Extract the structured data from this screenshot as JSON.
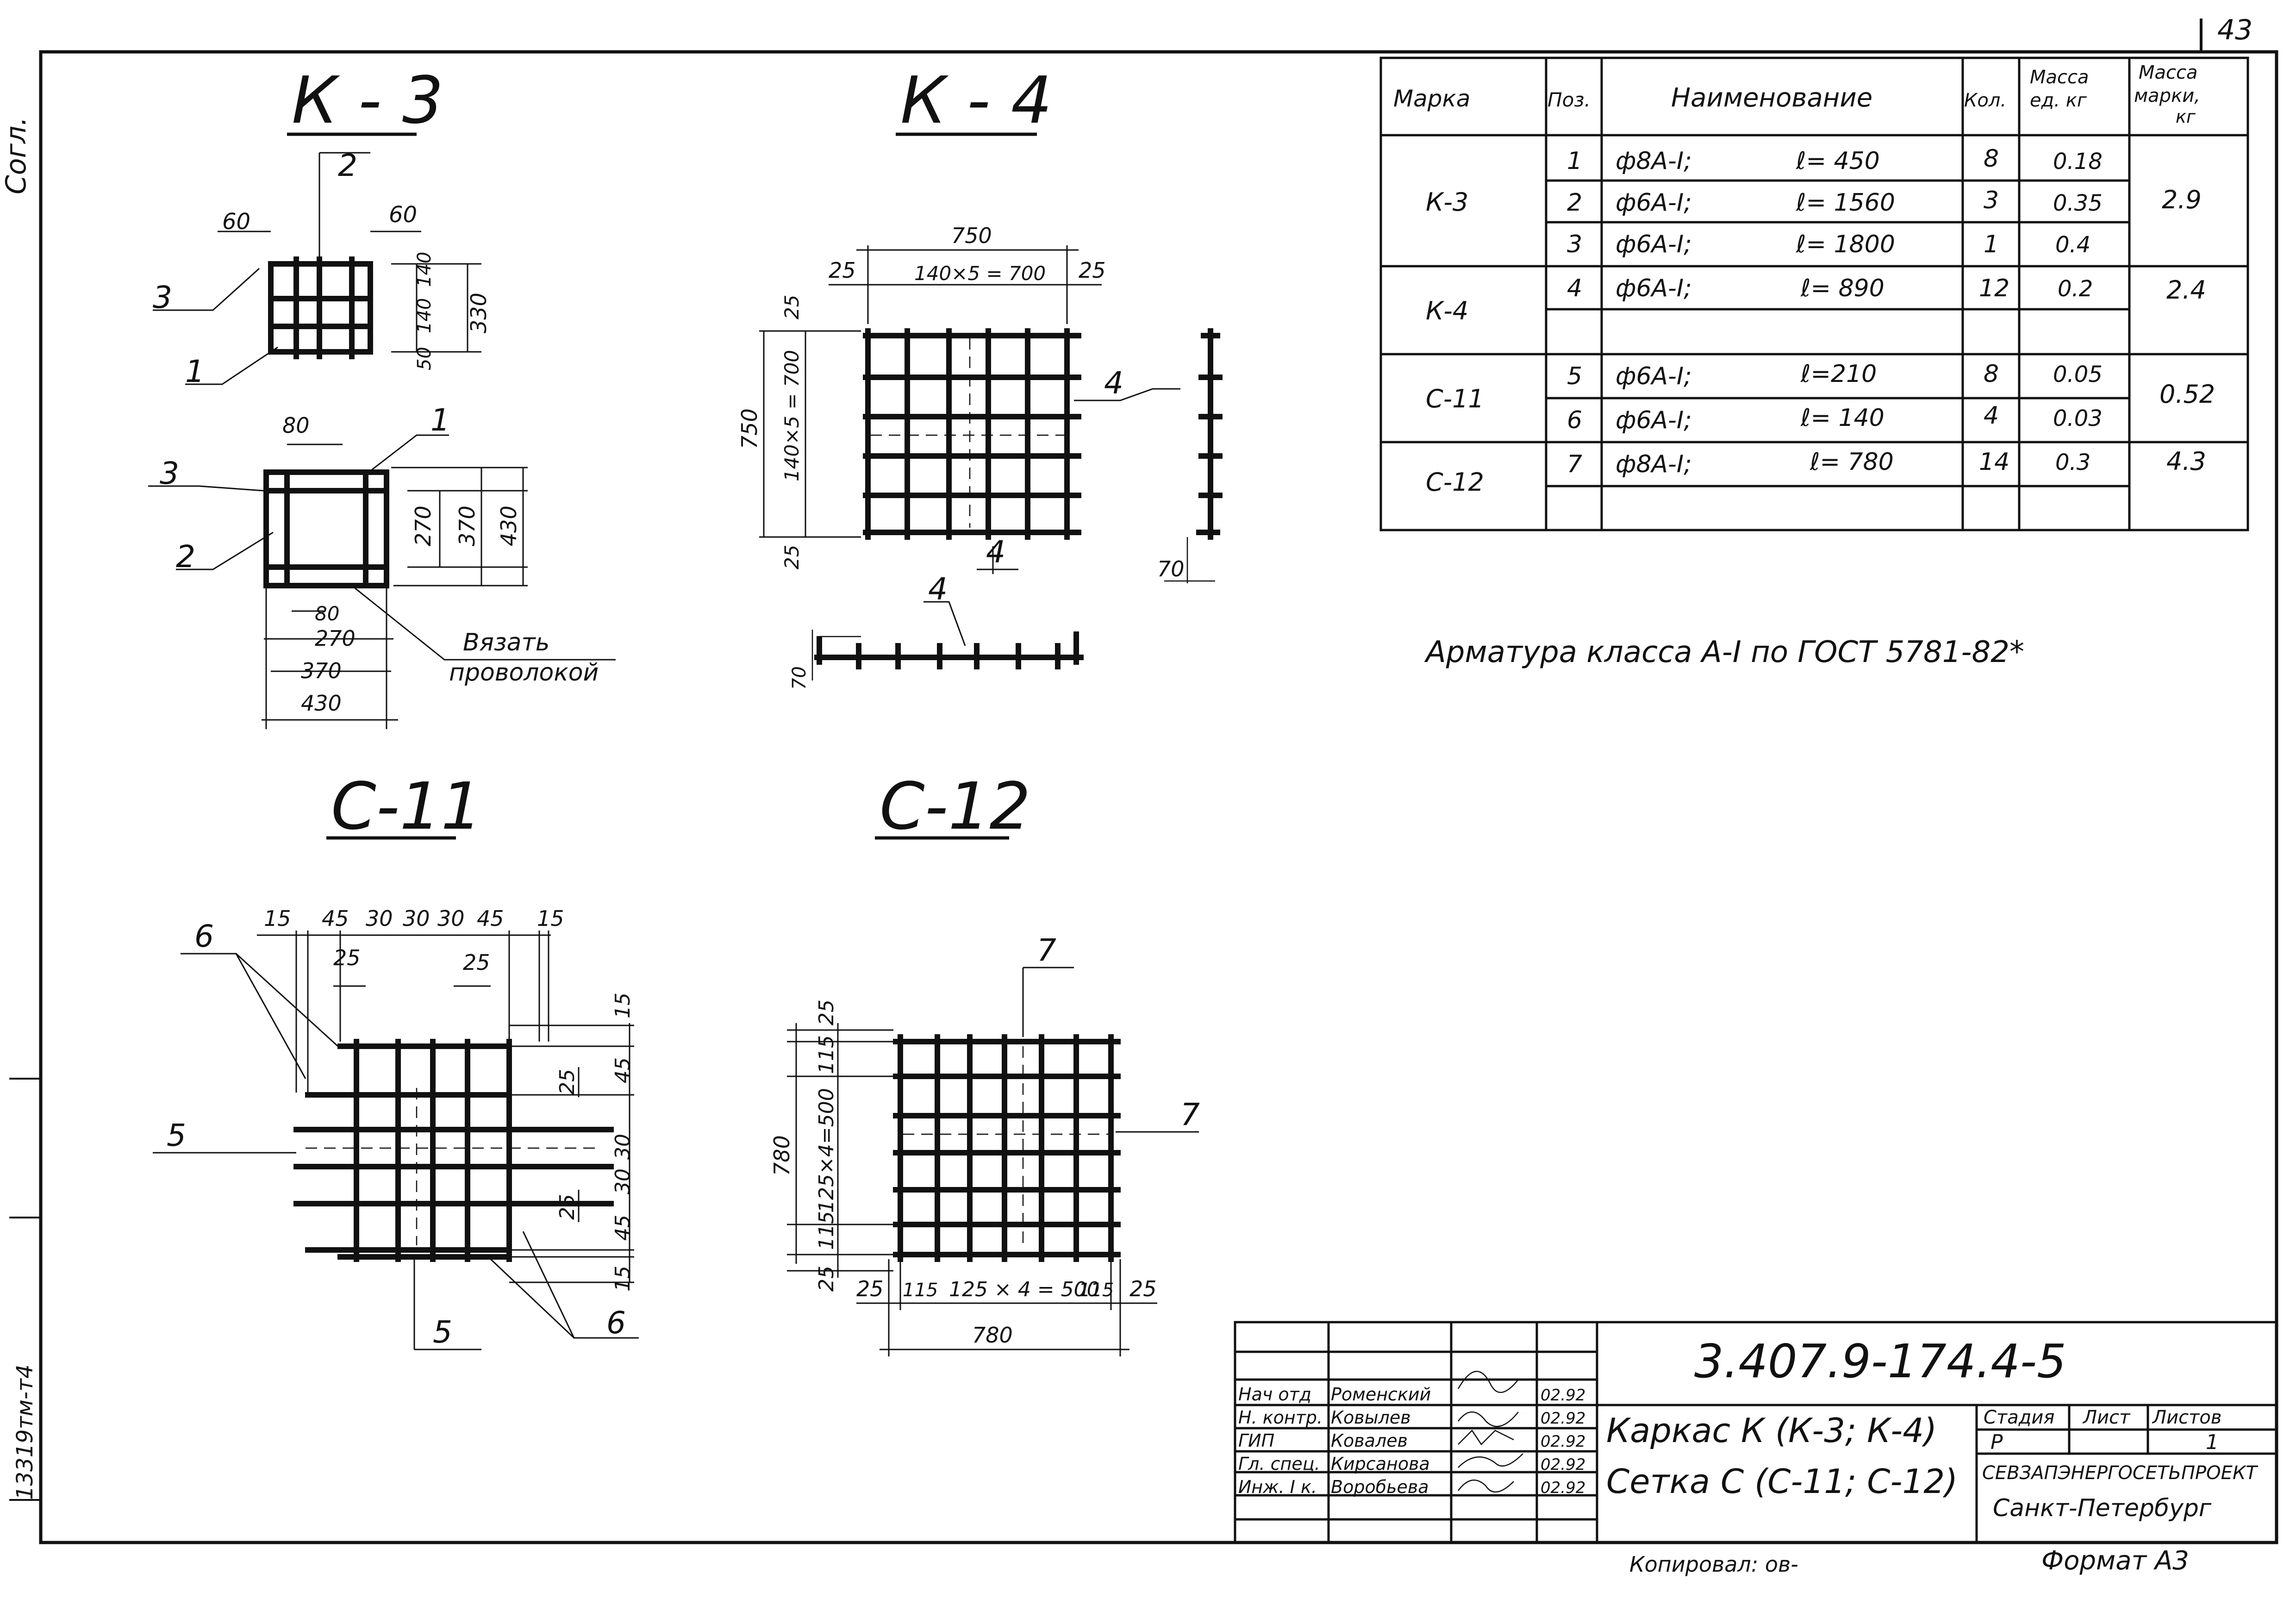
{
  "page": {
    "sheet_corner": "43"
  },
  "side_stamps": {
    "top": "Согл.",
    "bottom": "13319тм-т4"
  },
  "views": {
    "k3": {
      "title": "К - 3",
      "leaders": [
        "1",
        "2",
        "3",
        "1",
        "2",
        "3"
      ],
      "dims_side": [
        "60",
        "60",
        "140",
        "140",
        "50",
        "330"
      ],
      "dims_plan": [
        "80",
        "270",
        "370",
        "430",
        "80",
        "270",
        "370",
        "430"
      ],
      "note_line1": "Вязать",
      "note_line2": "проволокой"
    },
    "k4": {
      "title": "К - 4",
      "leaders": [
        "4",
        "4",
        "4"
      ],
      "dims": [
        "750",
        "25",
        "140×5 = 700",
        "25",
        "25",
        "750",
        "140×5 = 700",
        "25",
        "70",
        "70"
      ]
    },
    "c11": {
      "title": "С-11",
      "leaders": [
        "6",
        "5",
        "5",
        "6"
      ],
      "dims_top": [
        "15",
        "45",
        "30",
        "30",
        "30",
        "45",
        "15",
        "25",
        "25"
      ],
      "dims_right": [
        "15",
        "45",
        "25",
        "30",
        "30",
        "25",
        "45",
        "15"
      ]
    },
    "c12": {
      "title": "С-12",
      "leaders": [
        "7",
        "7"
      ],
      "dims_left": [
        "25",
        "115",
        "780",
        "125×4=500",
        "115",
        "25"
      ],
      "dims_bottom": [
        "25",
        "115",
        "125 × 4 = 500",
        "115",
        "25",
        "780"
      ]
    }
  },
  "spec_table": {
    "headers": {
      "mark": "Марка",
      "pos": "Поз.",
      "name": "Наименование",
      "qty": "Кол.",
      "unit_mass_l1": "Масса",
      "unit_mass_l2": "ед. кг",
      "mark_mass_l1": "Масса",
      "mark_mass_l2": "марки,",
      "mark_mass_l3": "кг"
    },
    "marks": [
      {
        "mark": "К-3",
        "mass": "2.9"
      },
      {
        "mark": "К-4",
        "mass": "2.4"
      },
      {
        "mark": "С-11",
        "mass": "0.52"
      },
      {
        "mark": "С-12",
        "mass": "4.3"
      }
    ],
    "rows": [
      {
        "pos": "1",
        "name": "ф8А-I;",
        "length": "ℓ= 450",
        "qty": "8",
        "unit_mass": "0.18"
      },
      {
        "pos": "2",
        "name": "ф6А-I;",
        "length": "ℓ= 1560",
        "qty": "3",
        "unit_mass": "0.35"
      },
      {
        "pos": "3",
        "name": "ф6А-I;",
        "length": "ℓ= 1800",
        "qty": "1",
        "unit_mass": "0.4"
      },
      {
        "pos": "4",
        "name": "ф6А-I;",
        "length": "ℓ= 890",
        "qty": "12",
        "unit_mass": "0.2"
      },
      {
        "pos": "5",
        "name": "ф6А-I;",
        "length": "ℓ=210",
        "qty": "8",
        "unit_mass": "0.05"
      },
      {
        "pos": "6",
        "name": "ф6А-I;",
        "length": "ℓ= 140",
        "qty": "4",
        "unit_mass": "0.03"
      },
      {
        "pos": "7",
        "name": "ф8А-I;",
        "length": "ℓ= 780",
        "qty": "14",
        "unit_mass": "0.3"
      }
    ]
  },
  "note": "Арматура класса А-I по ГОСТ 5781-82*",
  "title_block": {
    "doc_code": "3.407.9-174.4-5",
    "title_line1": "Каркас К (К-3; К-4)",
    "title_line2": "Сетка С (С-11; С-12)",
    "stage_header": "Стадия",
    "sheet_header": "Лист",
    "sheets_header": "Листов",
    "stage": "Р",
    "sheet": "",
    "sheets": "1",
    "org": "СЕВЗАПЭНЕРГОСЕТЬПРОЕКТ",
    "city": "Санкт-Петербург",
    "people": [
      {
        "role": "Нач отд",
        "name": "Роменский",
        "date": "02.92"
      },
      {
        "role": "Н. контр.",
        "name": "Ковылев",
        "date": "02.92"
      },
      {
        "role": "ГИП",
        "name": "Ковалев",
        "date": "02.92"
      },
      {
        "role": "Гл. спец.",
        "name": "Кирсанова",
        "date": "02.92"
      },
      {
        "role": "Инж. I к.",
        "name": "Воробьева",
        "date": "02.92"
      }
    ]
  },
  "footer": {
    "copied": "Копировал: ов-",
    "format": "Формат А3"
  }
}
